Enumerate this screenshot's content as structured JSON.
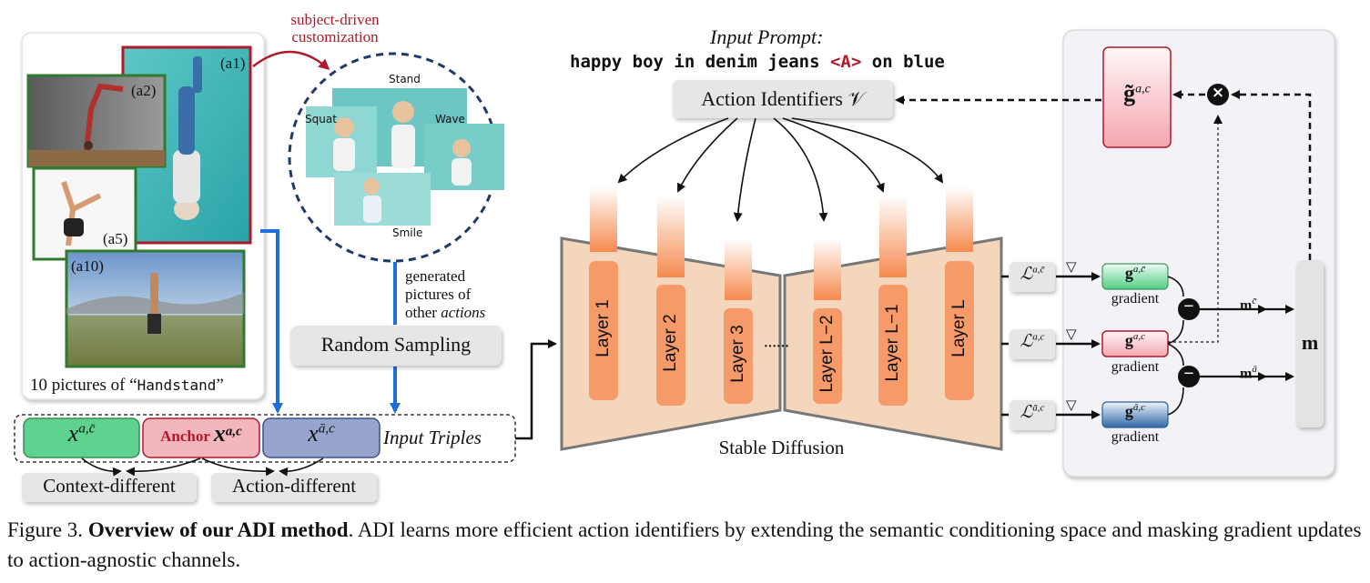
{
  "figure": {
    "subject_arrow_label_line1": "subject-driven",
    "subject_arrow_label_line2": "customization",
    "examples_caption_prefix": "10 pictures of “",
    "examples_caption_action": "Handstand",
    "examples_caption_suffix": "”",
    "photo_labels": [
      "(a1)",
      "(a2)",
      "(a5)",
      "(a10)"
    ],
    "generated_labels": [
      "Stand",
      "Squat",
      "Wave",
      "Smile"
    ],
    "generated_note_line1": "generated",
    "generated_note_line2": "pictures of",
    "generated_note_line3_prefix": "other ",
    "generated_note_line3_italic": "actions",
    "random_sampling": "Random Sampling",
    "triples": {
      "context_sym": "x",
      "context_sup": "a,c̄",
      "anchor_word": "Anchor",
      "anchor_sym": "x",
      "anchor_sup": "a,c",
      "action_sym": "x",
      "action_sup": "ā,c",
      "label": "Input Triples"
    },
    "context_different": "Context-different",
    "action_different": "Action-different",
    "input_prompt_label": "Input Prompt:",
    "prompt_before": "happy boy in denim jeans ",
    "prompt_token": "<A>",
    "prompt_after": " on blue",
    "action_identifiers": "Action Identifiers 𝒱",
    "layers": [
      "Layer 1",
      "Layer 2",
      "Layer 3",
      "······",
      "Layer L−2",
      "Layer L−1",
      "Layer L"
    ],
    "stable_diffusion": "Stable Diffusion",
    "losses": [
      {
        "sym": "ℒ",
        "sup": "a,c̄"
      },
      {
        "sym": "ℒ",
        "sup": "a,c"
      },
      {
        "sym": "ℒ",
        "sup": "ā,c"
      }
    ],
    "nabla": "▽",
    "gradients": [
      {
        "sym": "g",
        "sup": "a,c̄",
        "caption": "gradient"
      },
      {
        "sym": "g",
        "sup": "a,c",
        "caption": "gradient"
      },
      {
        "sym": "g",
        "sup": "ā,c",
        "caption": "gradient"
      }
    ],
    "masked_grad_sym": "g̃",
    "masked_grad_sup": "a,c",
    "mask_outputs": [
      {
        "sym": "m",
        "sup": "c̄"
      },
      {
        "sym": "m",
        "sup": "ā"
      }
    ],
    "mask_box": "m",
    "minus": "−",
    "times": "×"
  },
  "caption": {
    "label": "Figure 3.",
    "title": "Overview of our ADI method",
    "body": ". ADI learns more efficient action identifiers by extending the semantic conditioning space and masking gradient updates to action-agnostic channels."
  },
  "colors": {
    "green": "#5fd28f",
    "red_anchor": "#f4b6bd",
    "blue": "#97a4cc",
    "crimson": "#b0192c",
    "orange": "#f59a68",
    "peach": "#f4d6bd",
    "panel_gray": "#f3f2f6",
    "flow_blue": "#1e6fd8"
  }
}
